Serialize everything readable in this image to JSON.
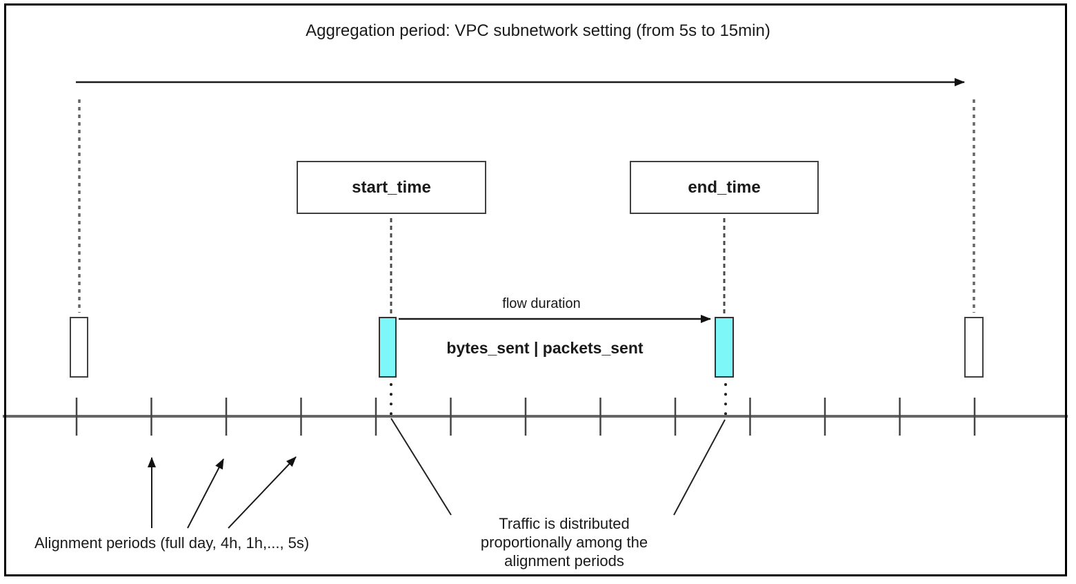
{
  "title": "Aggregation period: VPC subnetwork setting (from 5s to 15min)",
  "timeline": {
    "event_markers": {
      "start_label": "start_time",
      "end_label": "end_time"
    },
    "flow": {
      "duration_label": "flow duration",
      "metrics_label": "bytes_sent | packets_sent"
    },
    "tick_count": 13
  },
  "annotations": {
    "alignment_periods_label": "Alignment periods (full day, 4h, 1h,..., 5s)",
    "traffic_note_lines": [
      "Traffic is distributed",
      "proportionally among the",
      "alignment periods"
    ]
  },
  "colors": {
    "flow_interval_fill": "#7df7f7",
    "axis_gray": "#666666",
    "ink": "#1a1a1a",
    "frame_border": "#000000"
  }
}
